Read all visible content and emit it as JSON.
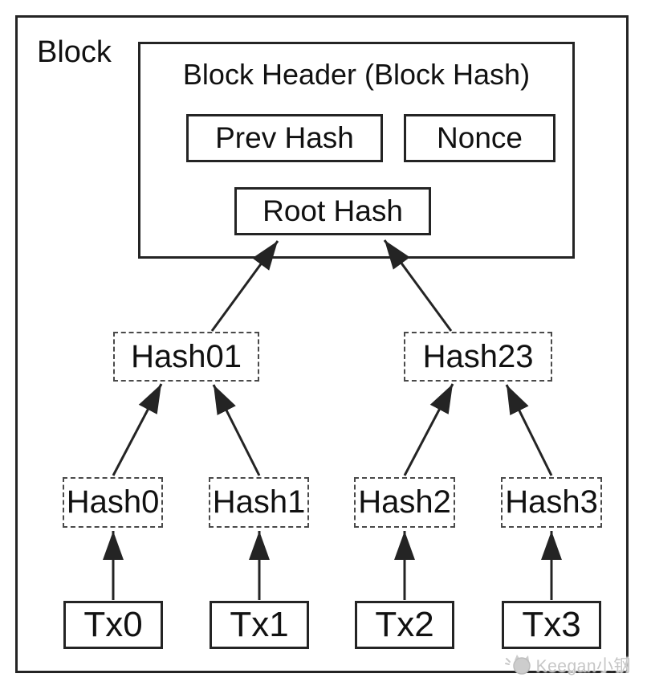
{
  "diagram": {
    "block_label": "Block",
    "block_header": {
      "title": "Block Header (Block Hash)",
      "prev_hash_label": "Prev Hash",
      "nonce_label": "Nonce",
      "root_hash_label": "Root Hash"
    },
    "merkle_tree": {
      "level1": [
        "Hash01",
        "Hash23"
      ],
      "level2": [
        "Hash0",
        "Hash1",
        "Hash2",
        "Hash3"
      ],
      "transactions": [
        "Tx0",
        "Tx1",
        "Tx2",
        "Tx3"
      ],
      "edges": [
        "Tx0 -> Hash0",
        "Tx1 -> Hash1",
        "Tx2 -> Hash2",
        "Tx3 -> Hash3",
        "Hash0 -> Hash01",
        "Hash1 -> Hash01",
        "Hash2 -> Hash23",
        "Hash3 -> Hash23",
        "Hash01 -> Root Hash",
        "Hash23 -> Root Hash"
      ]
    }
  },
  "watermark": {
    "text": "Keegan小钢",
    "icon": "cat-logo-icon",
    "color": "#c6c6c6"
  },
  "colors": {
    "background": "#ffffff",
    "stroke": "#242424",
    "dashed_border": "#4a4a4a",
    "text": "#111111"
  }
}
